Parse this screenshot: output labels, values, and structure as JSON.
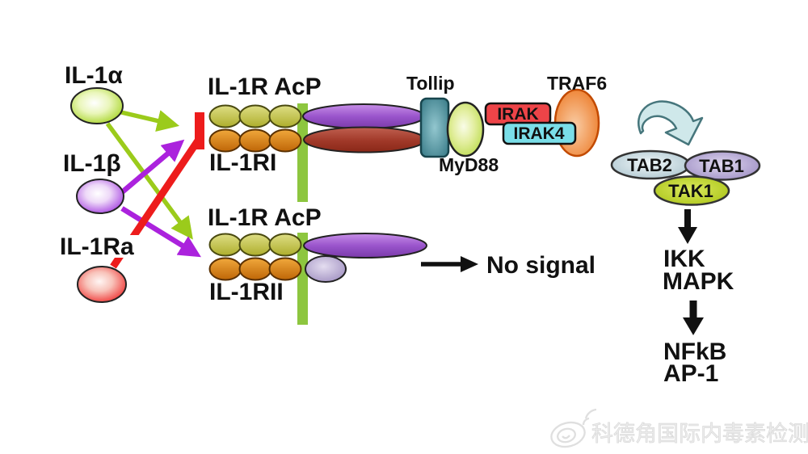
{
  "pathway": {
    "ligands": {
      "il1_alpha": "IL-1α",
      "il1_beta": "IL-1β",
      "il1_ra": "IL-1Ra"
    },
    "receptor_complex_signaling": {
      "accessory_label": "IL-1R AcP",
      "receptor_label": "IL-1RI"
    },
    "receptor_complex_decoy": {
      "accessory_label": "IL-1R AcP",
      "receptor_label": "IL-1RII"
    },
    "adaptors": {
      "tollip": "Tollip",
      "myd88": "MyD88",
      "irak": "IRAK",
      "irak4": "IRAK4",
      "traf6": "TRAF6"
    },
    "tak1_complex": {
      "tab2": "TAB2",
      "tab1": "TAB1",
      "tak1": "TAK1"
    },
    "downstream_kinases": {
      "line1": "IKK",
      "line2": "MAPK"
    },
    "transcription_factors": {
      "line1": "NFkB",
      "line2": "AP-1"
    },
    "outcome_label": "No signal"
  },
  "watermark": {
    "text": "科德角国际内毒素检测"
  },
  "colors": {
    "arrow_green": "#9bcb1b",
    "arrow_purple": "#ab22dd",
    "inhibitor_red": "#ed1c1c",
    "membrane_green": "#8dc63f",
    "irak_red": "#ee4448",
    "irak4_cyan": "#7adee8",
    "arrow_black": "#111111",
    "curved_arrow_blue": "#cfe8ea",
    "watermark_gray": "#dfdfdf"
  }
}
